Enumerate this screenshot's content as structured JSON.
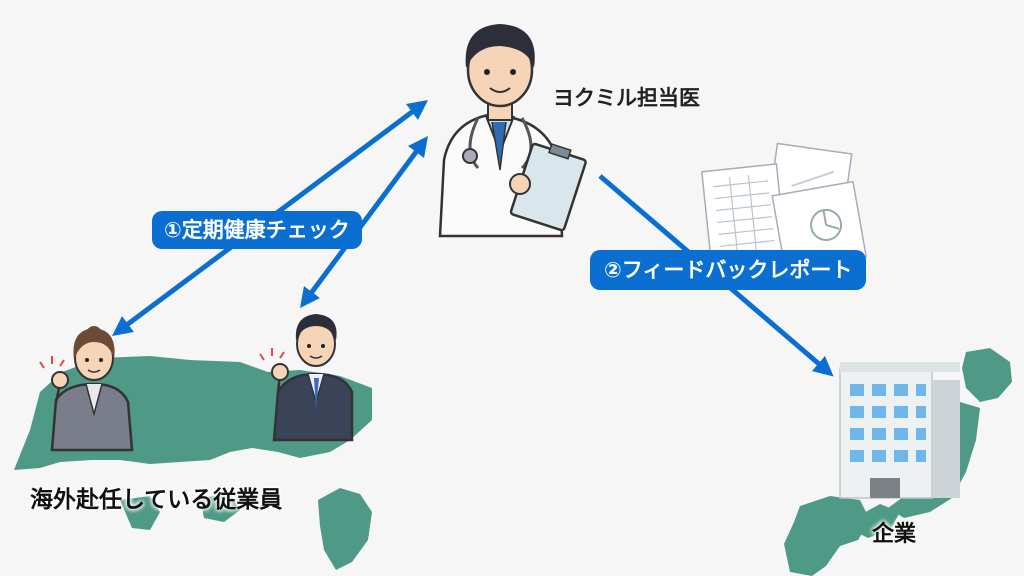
{
  "labels": {
    "doctor": "ヨクミル担当医",
    "checkup": "①定期健康チェック",
    "feedback": "②フィードバックレポート",
    "employees": "海外赴任している従業員",
    "company": "企業"
  },
  "colors": {
    "accent": "#0a6fd0",
    "map": "#4f9a86",
    "background": "#f6f6f6"
  }
}
